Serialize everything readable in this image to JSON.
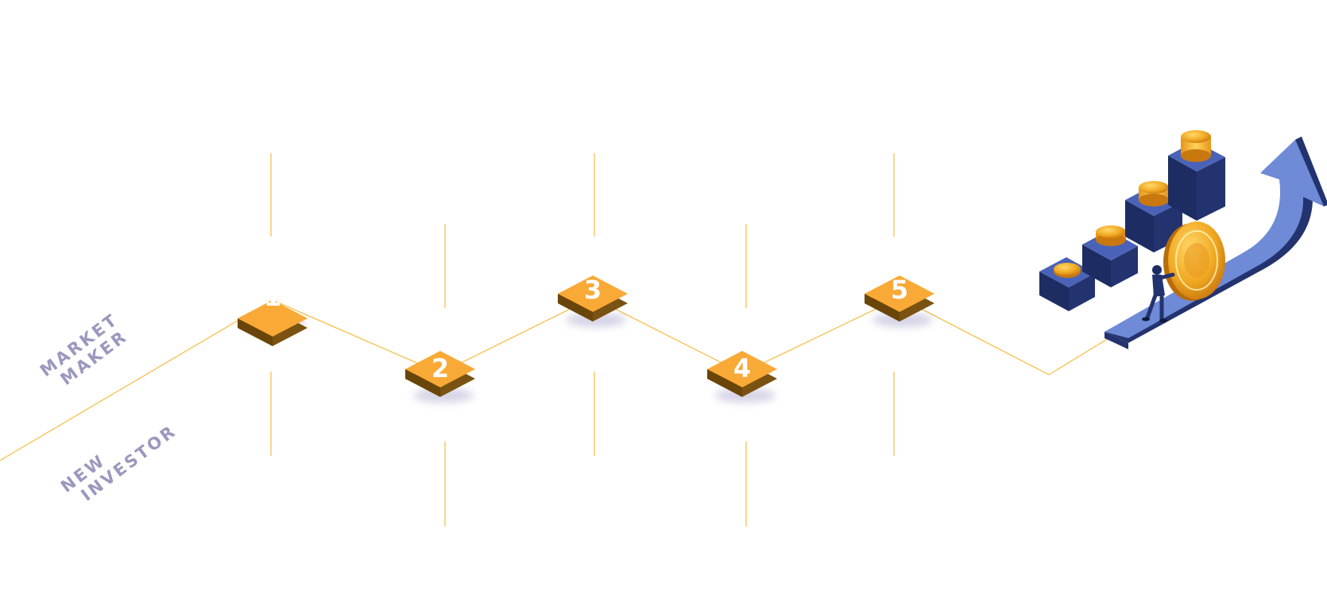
{
  "labels": {
    "market_maker": [
      "MARKET",
      "MAKER"
    ],
    "new_investor": [
      "NEW",
      "INVESTOR"
    ]
  },
  "steps": [
    {
      "number": "1"
    },
    {
      "number": "2"
    },
    {
      "number": "3"
    },
    {
      "number": "4"
    },
    {
      "number": "5"
    }
  ],
  "illustration": {
    "icon": "growth-arrow-with-coin-stacks-and-person-pushing-coin"
  },
  "colors": {
    "accent": "#f9a936",
    "accent_dark": "#7a5211",
    "line": "#f6c65a",
    "label": "#9a98bd",
    "navy": "#23336f",
    "blue": "#6f8ad6",
    "gold": "#f3b131"
  }
}
